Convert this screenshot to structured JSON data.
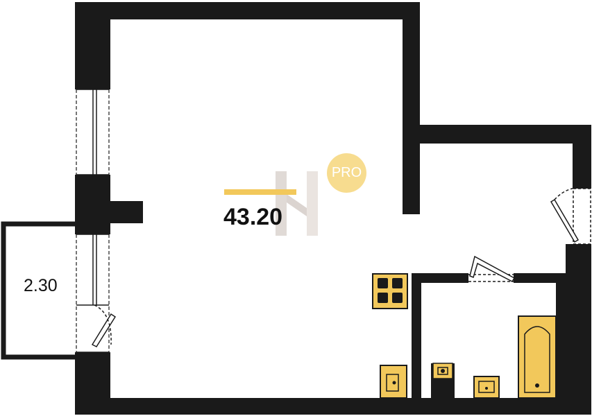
{
  "plan": {
    "main_room_area": "43.20",
    "balcony_area": "2.30",
    "badge_text": "PRO"
  },
  "colors": {
    "wall": "#1a1a1a",
    "fixture_fill": "#f2c85b",
    "accent_bar": "#f2c85b",
    "badge": "#f7dc8f",
    "watermark": "#d9cfc8"
  }
}
